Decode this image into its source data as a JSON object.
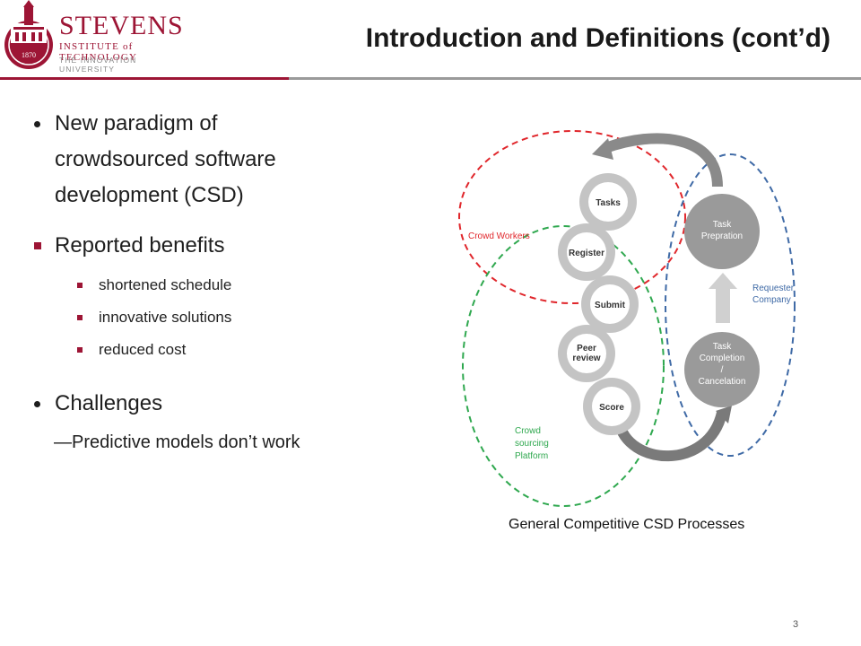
{
  "header": {
    "title": "Introduction and Definitions (cont’d)",
    "logo": {
      "word": "STEVENS",
      "sub1": "INSTITUTE of TECHNOLOGY",
      "sub2": "THE INNOVATION UNIVERSITY",
      "year": "1870"
    }
  },
  "bullets": {
    "b1": "New paradigm of crowdsourced software development (CSD)",
    "b2": "Reported benefits",
    "b2_items": [
      "shortened schedule",
      "innovative solutions",
      "reduced cost"
    ],
    "b3": "Challenges",
    "b3_sub": "—Predictive models don’t work"
  },
  "diagram": {
    "steps": [
      "Tasks",
      "Register",
      "Submit",
      "Peer review",
      "Score"
    ],
    "task_prep": [
      "Task",
      "Prepration"
    ],
    "task_done": [
      "Task",
      "Completion",
      "/",
      "Cancelation"
    ],
    "label_workers": "Crowd Workers",
    "label_requester": [
      "Requester",
      "Company"
    ],
    "label_platform": [
      "Crowd",
      "sourcing",
      "Platform"
    ],
    "colors": {
      "red": "#e0262b",
      "green": "#2fa84f",
      "blue": "#3f6aa6",
      "grey": "#a0a0a0",
      "brand": "#9d1535"
    }
  },
  "caption": "General Competitive CSD Processes",
  "page_number": "3"
}
